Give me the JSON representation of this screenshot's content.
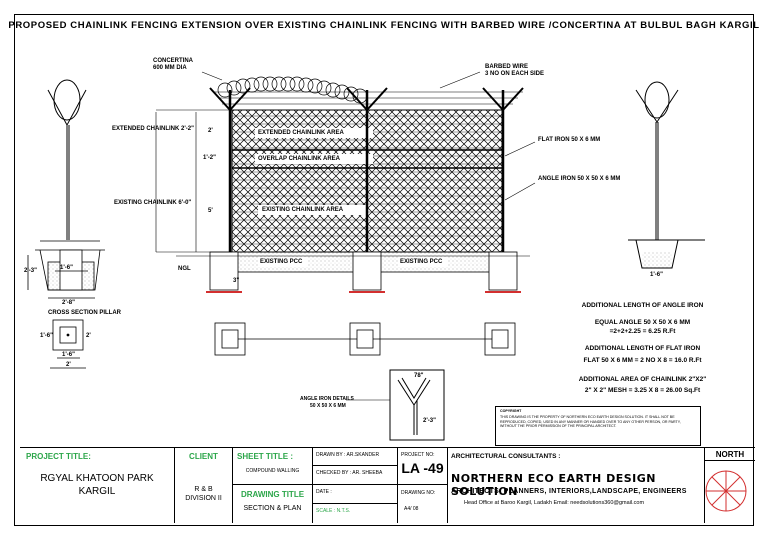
{
  "title": "PROPOSED CHAINLINK FENCING EXTENSION OVER EXISTING CHAINLINK FENCING WITH BARBED WIRE /CONCERTINA AT  BULBUL BAGH  KARGIL",
  "labels": {
    "concertina": "CONCERTINA",
    "concertina_dia": "600 MM DIA",
    "barbed_wire": "BARBED WIRE",
    "barbed_wire_sub": "3 NO ON EACH SIDE",
    "extended_chainlink_dim": "EXTENDED CHAINLINK 2'-2\"",
    "extended_area": "EXTENDED CHAINLINK AREA",
    "overlap_area": "OVERLAP CHAINLINK AREA",
    "existing_area": "EXISTING CHAINLINK AREA",
    "existing_chainlink_dim": "EXISTING CHAINLINK 6'-0\"",
    "flat_iron": "FLAT IRON 50 X 6 MM",
    "angle_iron": "ANGLE IRON 50 X 50 X 6 MM",
    "existing_pcc_1": "EXISTING PCC",
    "existing_pcc_2": "EXISTING PCC",
    "dim_2": "2'",
    "dim_1_2": "1'-2\"",
    "dim_5": "5'",
    "dim_3": "3\"",
    "ngl": "NGL",
    "cross_section_pillar": "CROSS SECTION PILLAR",
    "dim_2_3": "2'-3\"",
    "dim_1_6": "1'-6\"",
    "dim_2_8": "2'-8\"",
    "dim_1_6b": "1'-6\"",
    "dim_2b": "2'",
    "dim_1_6c": "1'-6\"",
    "dim_2c": "2'",
    "dim_1_6_right": "1'-6\"",
    "angle_iron_details": "ANGLE IRON DETAILS",
    "angle_iron_details_sub": "50 X 50 X 6 MM",
    "angle_78": "78\"",
    "dim_2_3b": "2'-3\""
  },
  "notes": {
    "add_angle_title": "ADDITIONAL LENGTH OF ANGLE IRON",
    "add_angle_1": "EQUAL ANGLE 50 X 50 X 6 MM",
    "add_angle_2": "=2+2+2.25 = 6.25 R.Ft",
    "add_flat_title": "ADDITIONAL LENGTH OF FLAT IRON",
    "add_flat_1": "FLAT 50 X 6 MM = 2 NO X 8 = 16.0 R.Ft",
    "add_chain_title": "ADDITIONAL AREA OF CHAINLINK 2\"X2\"",
    "add_chain_1": "2\" X 2\" MESH = 3.25 X 8 = 26.00 Sq.Ft"
  },
  "copyright": {
    "heading": "COPYRIGHT",
    "text": "THIS DRAWING IS THE PROPERTY OF NORTHERN ECO EARTH DESIGN SOLUTION. IT SHALL NOT BE REPRODUCED, COPIED, USED IN ANY MANNER OR HANDED OVER TO ANY OTHER PERSON, OR PARTY, WITHOUT THE PRIOR PERMISSION OF THE PRINCIPAL ARCHITECT."
  },
  "title_block": {
    "project_title_label": "PROJECT TITLE:",
    "project_title_line1": "RGYAL KHATOON PARK",
    "project_title_line2": "KARGIL",
    "client_label": "CLIENT",
    "client_line1": "R & B",
    "client_line2": "DIVISION II",
    "sheet_title_label": "SHEET TITLE :",
    "sheet_title_value": "COMPOUND WALLING",
    "drawing_title_label": "DRAWING TITLE",
    "drawing_title_value": "SECTION & PLAN",
    "drawn_by": "DRAWN BY : AR.SKANDER",
    "checked_by": "CHECKED BY : AR. SHEEBA",
    "date": "DATE  :",
    "scale": "SCALE : N.T.S.",
    "project_no_label": "PROJECT NO:",
    "project_no_value": "LA -49",
    "drawing_no_label": "DRAWING NO:",
    "drawing_no_value": "A4/ 08",
    "consultants_label": "ARCHITECTURAL CONSULTANTS :",
    "firm_name": "NORTHERN ECO EARTH DESIGN SOLUTION",
    "firm_services": "ARCHITECTS, PLANNERS, INTERIORS,LANDSCAPE, ENGINEERS",
    "firm_address": "Head Office at Baroo Kargil, Ladakh   Email: needsolutions360@gmail.com",
    "north_label": "NORTH"
  },
  "colors": {
    "accent_green": "#2ca64a",
    "pcc_red": "#d32f2f"
  }
}
